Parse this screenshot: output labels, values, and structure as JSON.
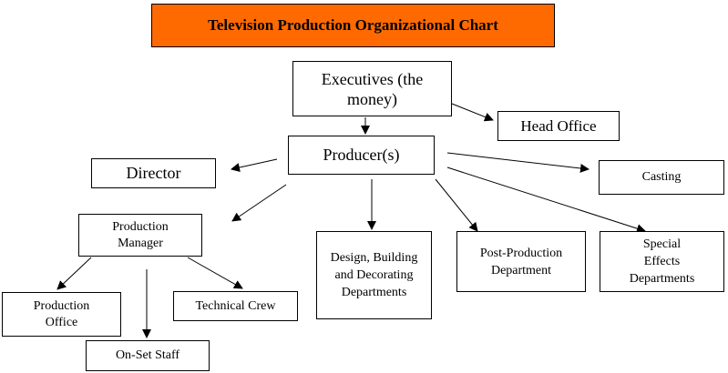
{
  "title": "Television Production Organizational Chart",
  "nodes": {
    "executives": "Executives (the money)",
    "head_office": "Head Office",
    "producers": "Producer(s)",
    "director": "Director",
    "casting": "Casting",
    "production_manager": "Production Manager",
    "design": "Design, Building and Decorating Departments",
    "post_production": "Post-Production Department",
    "special_effects": "Special Effects Departments",
    "production_office": "Production Office",
    "technical_crew": "Technical Crew",
    "on_set_staff": "On-Set Staff"
  },
  "edges": [
    {
      "from": "executives",
      "to": "producers"
    },
    {
      "from": "executives",
      "to": "head_office"
    },
    {
      "from": "producers",
      "to": "director"
    },
    {
      "from": "producers",
      "to": "casting"
    },
    {
      "from": "producers",
      "to": "production_manager"
    },
    {
      "from": "producers",
      "to": "design"
    },
    {
      "from": "producers",
      "to": "post_production"
    },
    {
      "from": "producers",
      "to": "special_effects"
    },
    {
      "from": "production_manager",
      "to": "production_office"
    },
    {
      "from": "production_manager",
      "to": "on_set_staff"
    },
    {
      "from": "production_manager",
      "to": "technical_crew"
    }
  ]
}
